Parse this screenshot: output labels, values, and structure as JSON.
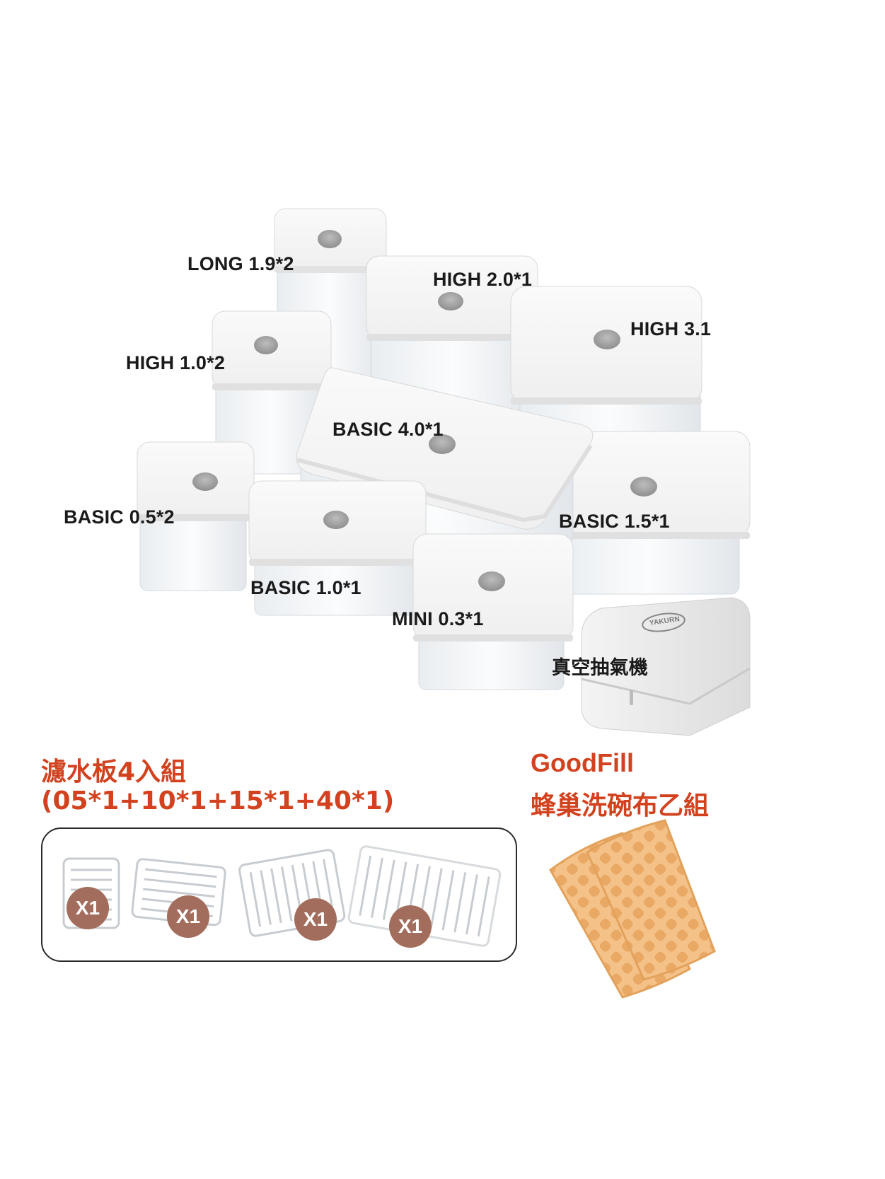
{
  "containers": [
    {
      "id": "long19",
      "label": "LONG 1.9*2"
    },
    {
      "id": "high20",
      "label": "HIGH 2.0*1"
    },
    {
      "id": "high31",
      "label": "HIGH 3.1"
    },
    {
      "id": "high10",
      "label": "HIGH 1.0*2"
    },
    {
      "id": "basic40",
      "label": "BASIC 4.0*1"
    },
    {
      "id": "basic05",
      "label": "BASIC 0.5*2"
    },
    {
      "id": "basic15",
      "label": "BASIC 1.5*1"
    },
    {
      "id": "basic10",
      "label": "BASIC 1.0*1"
    },
    {
      "id": "mini03",
      "label": "MINI 0.3*1"
    },
    {
      "id": "pump",
      "label": "真空抽氣機"
    }
  ],
  "pump_brand": "YAKURN",
  "drain_boards": {
    "title_line1": "濾水板4入組",
    "title_line2": "(05*1+10*1+15*1+40*1)",
    "badges": [
      "X1",
      "X1",
      "X1",
      "X1"
    ]
  },
  "sponge": {
    "title_line1": "GoodFill",
    "title_line2": "蜂巢洗碗布乙組"
  },
  "colors": {
    "accent": "#d2421f",
    "badge": "#a26d5c",
    "sponge": "#f2bb7a"
  }
}
